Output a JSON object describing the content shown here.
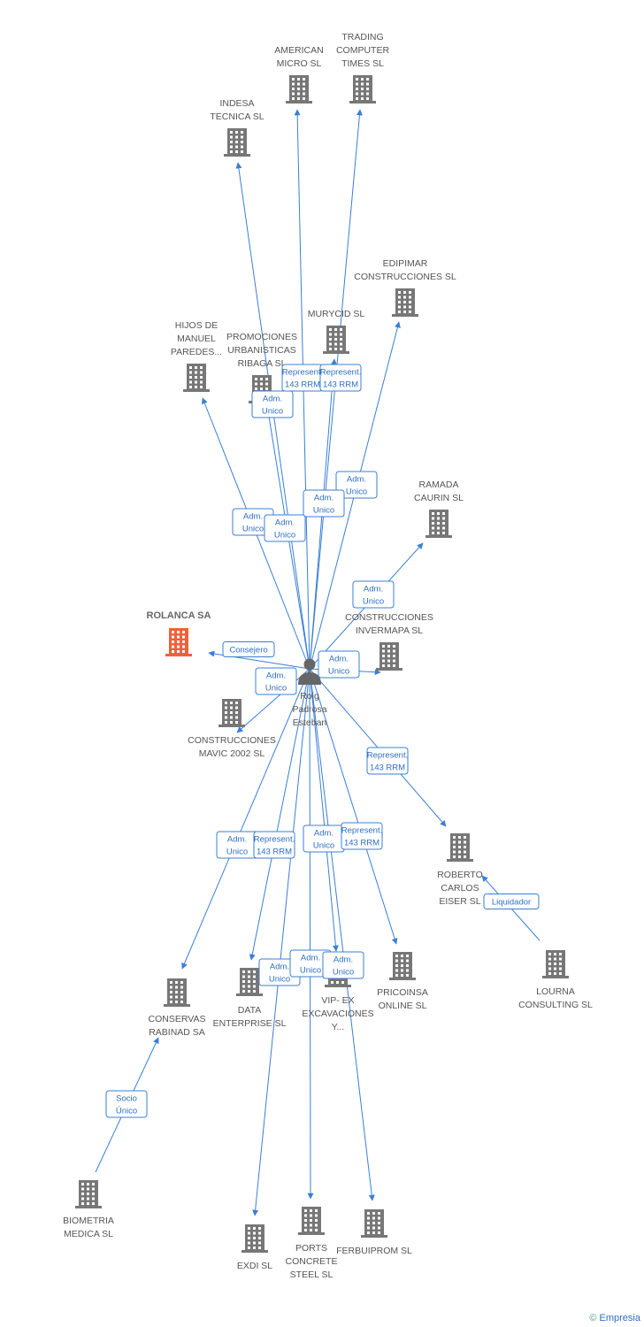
{
  "colors": {
    "node_default": "#777777",
    "node_focus": "#f0603a",
    "edge": "#3a7fd6",
    "person": "#666666"
  },
  "person": {
    "name_lines": [
      "Roig",
      "Padrosa",
      "Esteban"
    ],
    "icon": "person-icon"
  },
  "companies": [
    {
      "id": "american",
      "lines": [
        "AMERICAN",
        "MICRO SL"
      ],
      "icon": "building-icon"
    },
    {
      "id": "trading",
      "lines": [
        "TRADING",
        "COMPUTER",
        "TIMES SL"
      ],
      "icon": "building-icon"
    },
    {
      "id": "indesa",
      "lines": [
        "INDESA",
        "TECNICA SL"
      ],
      "icon": "building-icon"
    },
    {
      "id": "edipimar",
      "lines": [
        "EDIPIMAR",
        "CONSTRUCCIONES SL"
      ],
      "icon": "building-icon"
    },
    {
      "id": "murycid",
      "lines": [
        "MURYCID SL"
      ],
      "icon": "building-icon"
    },
    {
      "id": "hijos",
      "lines": [
        "HIJOS DE",
        "MANUEL",
        "PAREDES..."
      ],
      "icon": "building-icon"
    },
    {
      "id": "promociones",
      "lines": [
        "PROMOCIONES",
        "URBANISTICAS",
        "RIBAGA  SL"
      ],
      "icon": "building-icon"
    },
    {
      "id": "ramada",
      "lines": [
        "RAMADA",
        "CAURIN SL"
      ],
      "icon": "building-icon"
    },
    {
      "id": "rolanca",
      "lines": [
        "ROLANCA SA"
      ],
      "icon": "building-icon",
      "focus": true
    },
    {
      "id": "invermapa",
      "lines": [
        "CONSTRUCCIONES",
        "INVERMAPA SL"
      ],
      "icon": "building-icon"
    },
    {
      "id": "mavic",
      "lines": [
        "CONSTRUCCIONES",
        "MAVIC 2002 SL"
      ],
      "icon": "building-icon"
    },
    {
      "id": "roberto",
      "lines": [
        "ROBERTO",
        "CARLOS",
        "EISER SL"
      ],
      "icon": "building-icon"
    },
    {
      "id": "lourna",
      "lines": [
        "LOURNA",
        "CONSULTING SL"
      ],
      "icon": "building-icon"
    },
    {
      "id": "conservas",
      "lines": [
        "CONSERVAS",
        "RABINAD SA"
      ],
      "icon": "building-icon"
    },
    {
      "id": "data",
      "lines": [
        "DATA",
        "ENTERPRISE SL"
      ],
      "icon": "building-icon"
    },
    {
      "id": "vipex",
      "lines": [
        "VIP- EX",
        "EXCAVACIONES",
        "Y..."
      ],
      "icon": "building-icon"
    },
    {
      "id": "pricoinsa",
      "lines": [
        "PRICOINSA",
        "ONLINE SL"
      ],
      "icon": "building-icon"
    },
    {
      "id": "biometria",
      "lines": [
        "BIOMETRIA",
        "MEDICA SL"
      ],
      "icon": "building-icon"
    },
    {
      "id": "exdi",
      "lines": [
        "EXDI SL"
      ],
      "icon": "building-icon"
    },
    {
      "id": "ports",
      "lines": [
        "PORTS",
        "CONCRETE",
        "STEEL SL"
      ],
      "icon": "building-icon"
    },
    {
      "id": "ferbuiprom",
      "lines": [
        "FERBUIPROM SL"
      ],
      "icon": "building-icon"
    }
  ],
  "edges": [
    {
      "from": "person",
      "to": "american",
      "label": [
        "Represent.",
        "143 RRM"
      ]
    },
    {
      "from": "person",
      "to": "trading",
      "label": [
        "Represent.",
        "143 RRM"
      ]
    },
    {
      "from": "person",
      "to": "indesa",
      "label": [
        "Adm.",
        "Unico"
      ]
    },
    {
      "from": "person",
      "to": "edipimar",
      "label": [
        "Adm.",
        "Unico"
      ]
    },
    {
      "from": "person",
      "to": "murycid",
      "label": [
        "Adm.",
        "Unico"
      ]
    },
    {
      "from": "person",
      "to": "hijos",
      "label": [
        "Adm.",
        "Unico"
      ]
    },
    {
      "from": "person",
      "to": "promociones",
      "label": [
        "Adm.",
        "Unico"
      ]
    },
    {
      "from": "person",
      "to": "ramada",
      "label": [
        "Adm.",
        "Unico"
      ]
    },
    {
      "from": "person",
      "to": "rolanca",
      "label": [
        "Consejero"
      ]
    },
    {
      "from": "person",
      "to": "invermapa",
      "label": [
        "Adm.",
        "Unico"
      ]
    },
    {
      "from": "person",
      "to": "mavic",
      "label": [
        "Adm.",
        "Unico"
      ]
    },
    {
      "from": "person",
      "to": "roberto",
      "label": [
        "Represent.",
        "143 RRM"
      ]
    },
    {
      "from": "lourna",
      "to": "roberto",
      "label": [
        "Liquidador"
      ]
    },
    {
      "from": "person",
      "to": "conservas",
      "label": [
        "Adm.",
        "Unico"
      ]
    },
    {
      "from": "person",
      "to": "data",
      "label": [
        "Represent.",
        "143 RRM"
      ]
    },
    {
      "from": "person",
      "to": "vipex",
      "label": [
        "Adm.",
        "Unico"
      ]
    },
    {
      "from": "person",
      "to": "pricoinsa",
      "label": [
        "Represent.",
        "143 RRM"
      ]
    },
    {
      "from": "biometria",
      "to": "conservas",
      "label": [
        "Socio",
        "Único"
      ]
    },
    {
      "from": "person",
      "to": "exdi",
      "label": [
        "Adm.",
        "Unico"
      ]
    },
    {
      "from": "person",
      "to": "ports",
      "label": [
        "Adm.",
        "Unico"
      ]
    },
    {
      "from": "person",
      "to": "ferbuiprom",
      "label": [
        "Adm.",
        "Unico"
      ]
    }
  ],
  "footer": {
    "copyright": "©",
    "brand": "Empresia"
  }
}
